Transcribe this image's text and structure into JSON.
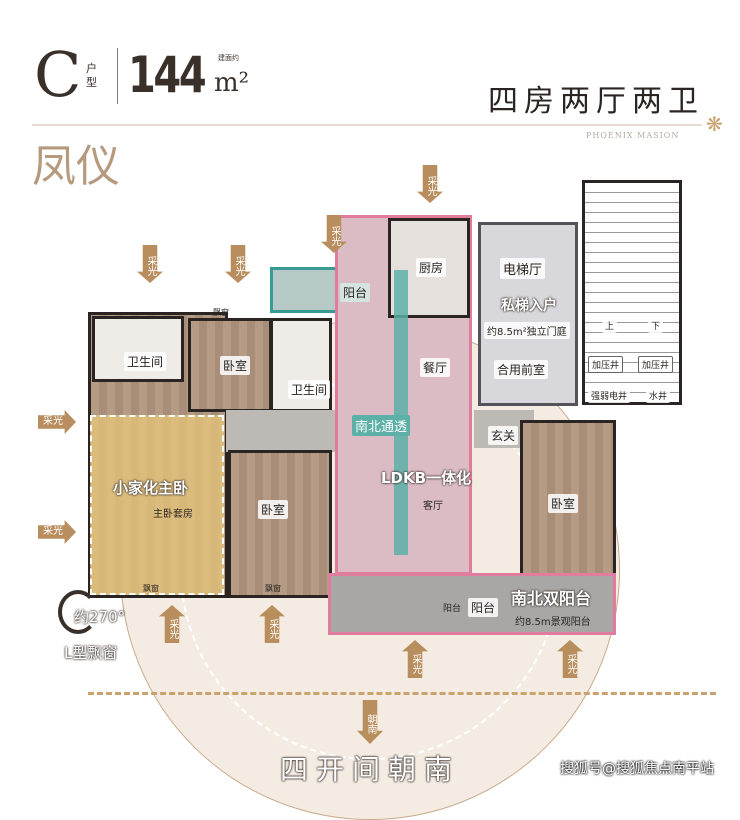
{
  "header": {
    "unit_letter": "C",
    "unit_word": "户型",
    "area": "144",
    "area_unit": "m²",
    "area_prefix": "建面约",
    "layout": "四房两厅两卫",
    "brand_en": "PHOENIX MASION",
    "project": "凤仪"
  },
  "rooms": {
    "bath1": "卫生间",
    "bed_top": "卧室",
    "balcony_n": "阳台",
    "bath2": "卫生间",
    "kitchen": "厨房",
    "dining": "餐厅",
    "lift_hall": "电梯厅",
    "private_entry": "私梯入户",
    "foyer_note": "约8.5m²独立门庭",
    "shared_lobby": "合用前室",
    "press_shaft1": "加压井",
    "press_shaft2": "加压井",
    "power_shaft": "强弱电井",
    "water_shaft": "水井",
    "up": "上",
    "down": "下",
    "entry": "玄关",
    "master": "小家化主卧",
    "master_sub": "主卧套房",
    "bed_mid": "卧室",
    "living": "客厅",
    "ldkb": "LDKB一体化",
    "through": "南北通透",
    "bed_right": "卧室",
    "balcony_s": "阳台",
    "balcony_s_small": "阳台",
    "double_balcony": "南北双阳台",
    "balcony_note": "约8.5m景观阳台",
    "bay1": "飘窗",
    "bay2": "飘窗",
    "bay3": "飘窗"
  },
  "features": {
    "angle": "约270°",
    "bay_window": "L型飘窗",
    "orientation": "朝南",
    "headline": "四开间朝南"
  },
  "light_label": "采光",
  "watermark": "搜狐号@搜狐焦点南平站",
  "colors": {
    "accent": "#b98e5e",
    "pink": "#e07c9e",
    "teal": "#3a9b95",
    "yellow": "#e8c77a"
  }
}
